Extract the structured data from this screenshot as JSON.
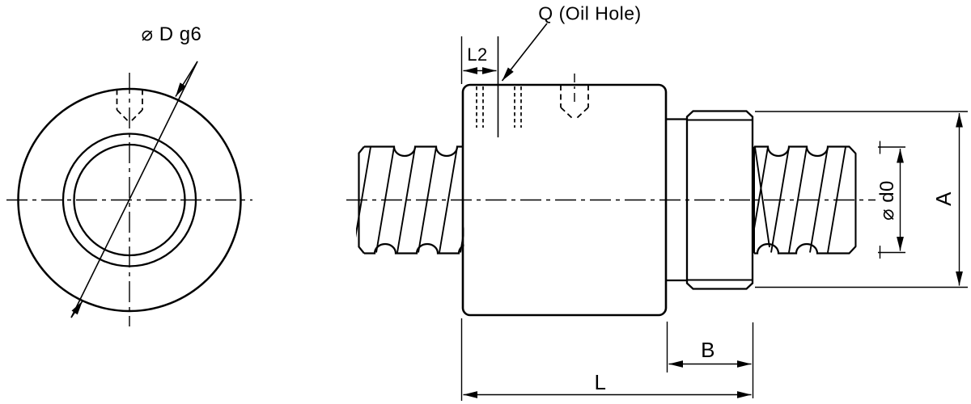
{
  "drawing": {
    "background": "#ffffff",
    "line_color": "#000000",
    "labels": {
      "front_diameter": "⌀ D g6",
      "oil_hole": "Q (Oil Hole)",
      "offset_l2": "L2",
      "screw_diameter": "⌀ d0",
      "outer_diameter": "A",
      "flange_length": "B",
      "total_length": "L"
    }
  }
}
